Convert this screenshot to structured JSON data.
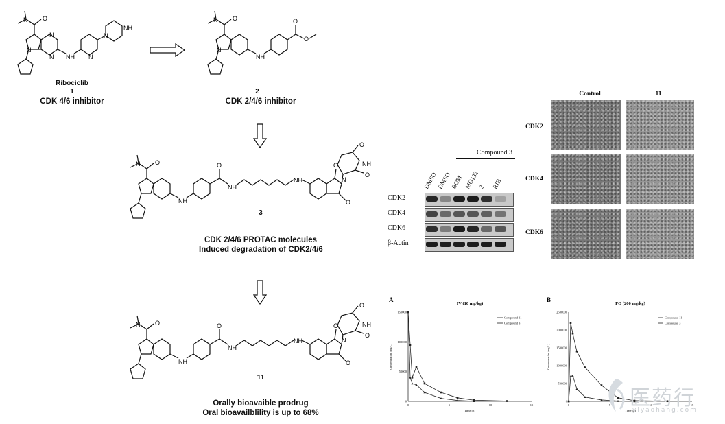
{
  "scheme": {
    "ribociclib": {
      "name": "Ribociclib",
      "number": "1",
      "caption": "CDK 4/6 inhibitor"
    },
    "compound2": {
      "number": "2",
      "caption": "CDK 2/4/6 inhibitor"
    },
    "compound3": {
      "number": "3",
      "caption_line1": "CDK 2/4/6 PROTAC molecules",
      "caption_line2": "Induced degradation of CDK2/4/6"
    },
    "compound11": {
      "number": "11",
      "caption_line1": "Orally bioavaible prodrug",
      "caption_line2": "Oral bioavailblility is up to 68%"
    },
    "atoms": {
      "N": "N",
      "NH": "NH",
      "H": "H",
      "O": "O"
    }
  },
  "western_blot": {
    "group_label": "Compound 3",
    "lanes": [
      "DMSO",
      "DMSO",
      "BOM",
      "MG132",
      "2",
      "RIB"
    ],
    "rows": [
      "CDK2",
      "CDK4",
      "CDK6",
      "β-Actin"
    ]
  },
  "ihc": {
    "columns": [
      "Control",
      "11"
    ],
    "rows": [
      "CDK2",
      "CDK4",
      "CDK6"
    ]
  },
  "chart_data": [
    {
      "type": "line",
      "panel": "A",
      "title": "IV (10 mg/kg)",
      "xlabel": "Time (h)",
      "ylabel": "Concentration (ng/L)",
      "xlim": [
        0,
        15
      ],
      "ylim": [
        0,
        150000
      ],
      "xticks": [
        "0",
        "5",
        "10",
        "15"
      ],
      "yticks": [
        "0",
        "50000",
        "100000",
        "150000"
      ],
      "legend": "top-right",
      "series": [
        {
          "name": "Compound 11",
          "x": [
            0,
            0.25,
            0.5,
            1,
            2,
            4,
            6,
            8,
            12
          ],
          "y": [
            150000,
            95000,
            40000,
            58000,
            30000,
            15000,
            6000,
            2000,
            500
          ]
        },
        {
          "name": "Compound 3",
          "x": [
            0,
            0.25,
            0.5,
            1,
            2,
            4,
            6,
            8
          ],
          "y": [
            150000,
            40000,
            30000,
            28000,
            15000,
            5000,
            1500,
            300
          ]
        }
      ]
    },
    {
      "type": "line",
      "panel": "B",
      "title": "PO (200 mg/kg)",
      "xlabel": "Time (h)",
      "ylabel": "Concentration (ng/L)",
      "xlim": [
        0,
        15
      ],
      "ylim": [
        0,
        2500000
      ],
      "xticks": [
        "0",
        "5",
        "10",
        "15"
      ],
      "yticks": [
        "0",
        "500000",
        "1000000",
        "1500000",
        "2000000",
        "2500000"
      ],
      "legend": "top-right",
      "series": [
        {
          "name": "Compound 11",
          "x": [
            0,
            0.25,
            0.5,
            1,
            2,
            4,
            6,
            8,
            12
          ],
          "y": [
            0,
            2200000,
            1900000,
            1400000,
            950000,
            450000,
            100000,
            20000,
            5000
          ]
        },
        {
          "name": "Compound 3",
          "x": [
            0,
            0.25,
            0.5,
            1,
            2,
            4,
            6,
            8
          ],
          "y": [
            0,
            700000,
            720000,
            350000,
            120000,
            40000,
            10000,
            2000
          ]
        }
      ]
    }
  ],
  "watermark": {
    "chinese": "医药行",
    "pinyin": "yiyaohang.com"
  },
  "colors": {
    "line": "#222222",
    "panel": "#8a8a8a",
    "watermark": "#d0d4d8"
  }
}
